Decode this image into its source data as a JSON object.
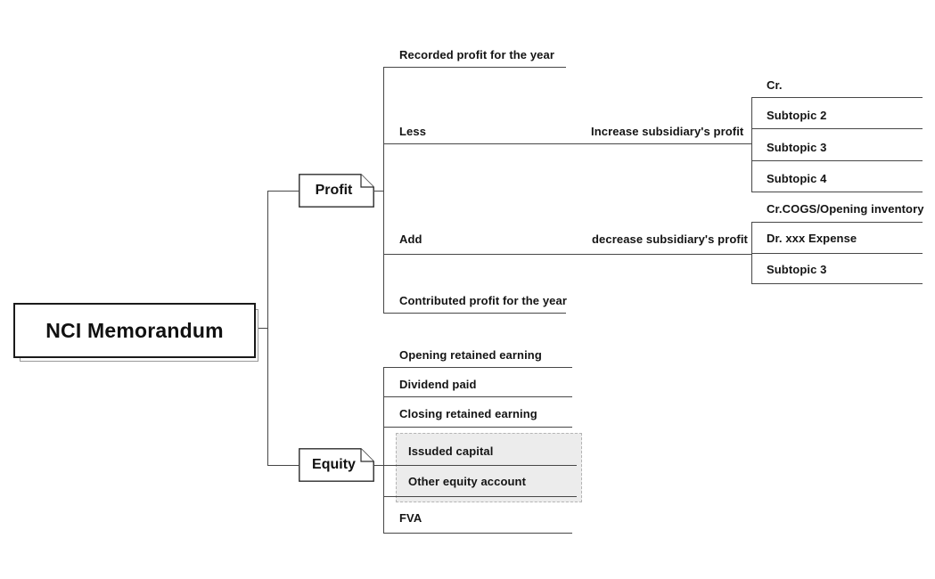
{
  "root": {
    "label": "NCI Memorandum"
  },
  "profit": {
    "label": "Profit",
    "rows": {
      "recorded": "Recorded profit for the year",
      "less": "Less",
      "increase": "Increase subsidiary's profit",
      "add": "Add",
      "decrease": "decrease subsidiary's profit",
      "contributed": "Contributed profit for the year"
    },
    "increase_children": [
      "Cr.",
      "Subtopic 2",
      "Subtopic 3",
      "Subtopic 4"
    ],
    "decrease_children": [
      "Cr.COGS/Opening inventory",
      "Dr. xxx Expense",
      "Subtopic 3"
    ]
  },
  "equity": {
    "label": "Equity",
    "rows": [
      "Opening retained earning",
      "Dividend paid",
      "Closing retained earning"
    ],
    "grouped_rows": [
      "Issuded capital",
      "Other equity account"
    ],
    "last_rows": [
      "FVA"
    ]
  },
  "colors": {
    "background": "#ffffff",
    "line": "#474747",
    "text": "#141414",
    "root_border": "#1a1a1a",
    "shadow_border": "#999999",
    "group_fill": "#ececec",
    "group_border": "#b5b5b5"
  }
}
